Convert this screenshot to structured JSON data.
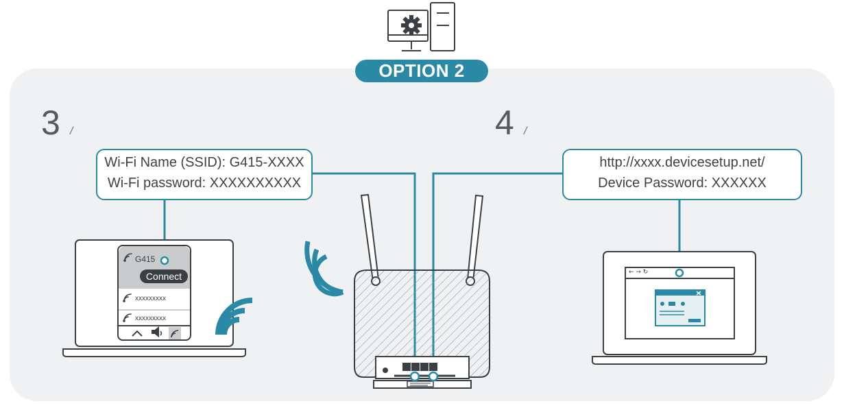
{
  "badge": {
    "label": "OPTION 2"
  },
  "steps": [
    {
      "number": "3",
      "slash": "/"
    },
    {
      "number": "4",
      "slash": "/"
    }
  ],
  "callout_wifi": {
    "line1": "Wi-Fi Name (SSID): G415-XXXX",
    "line2": "Wi-Fi password: XXXXXXXXXX"
  },
  "callout_web": {
    "line1": "http://xxxx.devicesetup.net/",
    "line2": "Device Password: XXXXXX"
  },
  "wifi_popup": {
    "network": "G415",
    "connect_label": "Connect",
    "other_networks": [
      "xxxxxxxxx",
      "xxxxxxxxx"
    ]
  },
  "browser": {
    "nav_glyphs": "← → ↻"
  },
  "icons": {
    "computer": "computer-settings-icon",
    "wifi": "wifi-icon",
    "router": "router-icon"
  },
  "colors": {
    "accent": "#2a8aa6",
    "panel": "#f0f1f2",
    "line_art": "#3a3f44"
  }
}
